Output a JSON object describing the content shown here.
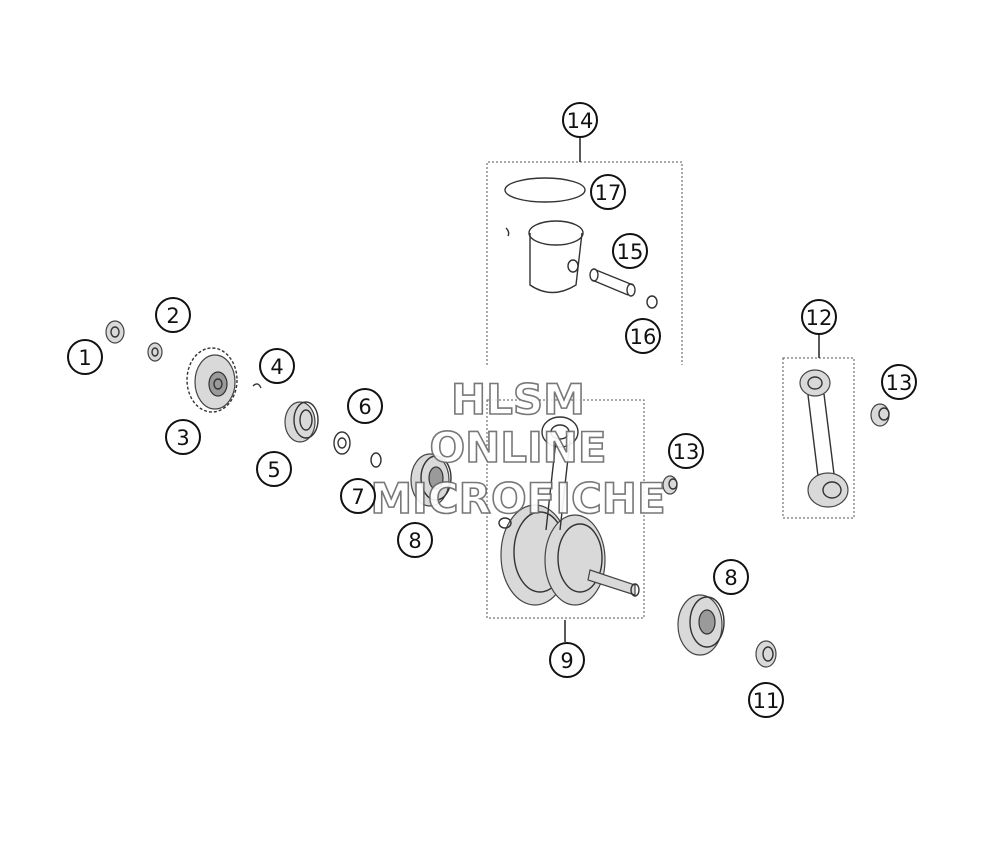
{
  "diagram": {
    "callouts": {
      "c1": "1",
      "c2": "2",
      "c3": "3",
      "c4": "4",
      "c5": "5",
      "c6": "6",
      "c7": "7",
      "c8a": "8",
      "c8b": "8",
      "c9": "9",
      "c11": "11",
      "c12": "12",
      "c13a": "13",
      "c13b": "13",
      "c14": "14",
      "c15": "15",
      "c16": "16",
      "c17": "17"
    },
    "watermark": {
      "line1": "HLSM",
      "line2": "ONLINE",
      "line3": "MICROFICHE"
    }
  }
}
